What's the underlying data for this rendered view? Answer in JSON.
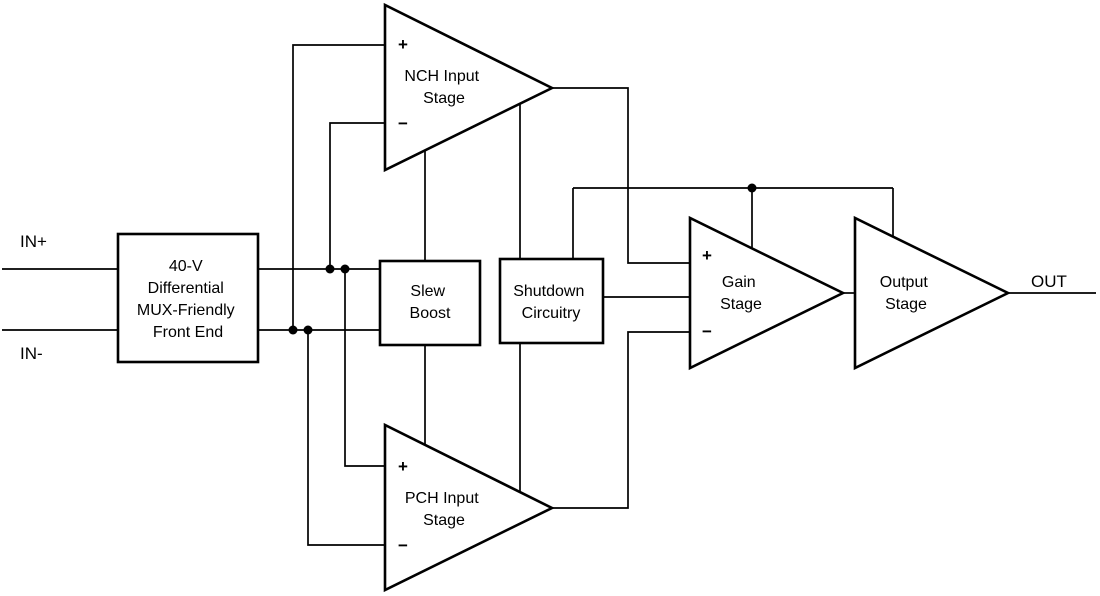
{
  "diagram": {
    "type": "amplifier-block-diagram",
    "colors": {
      "line": "#000000",
      "background": "#ffffff"
    },
    "ports": {
      "in_plus": "IN+",
      "in_minus": "IN-",
      "out": "OUT"
    },
    "blocks": {
      "front_end": {
        "lines": [
          "40-V",
          "Differential",
          "MUX-Friendly",
          "Front End"
        ]
      },
      "nch_input_stage": {
        "lines": [
          "NCH Input",
          "Stage"
        ],
        "plus": "+",
        "minus": "−"
      },
      "pch_input_stage": {
        "lines": [
          "PCH Input",
          "Stage"
        ],
        "plus": "+",
        "minus": "−"
      },
      "slew_boost": {
        "lines": [
          "Slew",
          "Boost"
        ]
      },
      "shutdown_circuitry": {
        "lines": [
          "Shutdown",
          "Circuitry"
        ]
      },
      "gain_stage": {
        "lines": [
          "Gain",
          "Stage"
        ],
        "plus": "+",
        "minus": "−"
      },
      "output_stage": {
        "lines": [
          "Output",
          "Stage"
        ]
      }
    }
  }
}
